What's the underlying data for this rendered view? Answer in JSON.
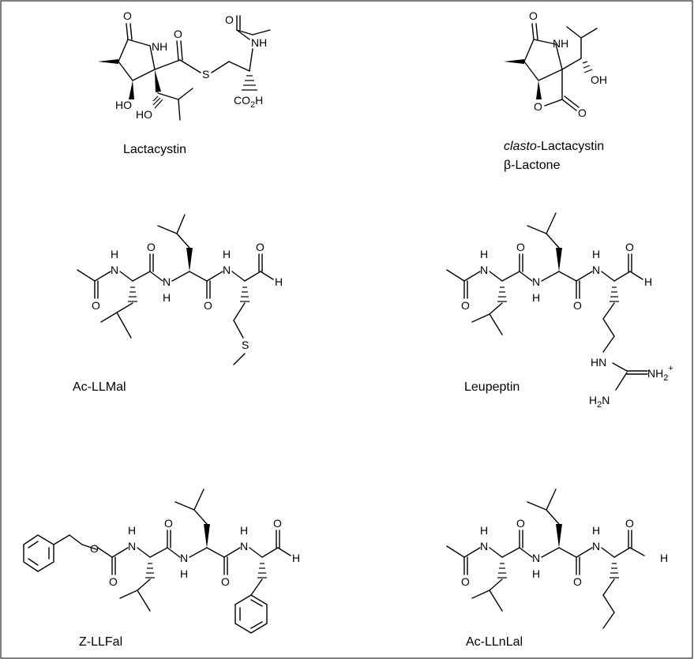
{
  "compounds": [
    {
      "id": "lactacystin",
      "caption": [
        "Lactacystin"
      ]
    },
    {
      "id": "clasto",
      "caption_italic": "clasto",
      "caption": [
        "-Lactacystin",
        "β-Lactone"
      ]
    },
    {
      "id": "acllmal",
      "caption": [
        "Ac-LLMal"
      ]
    },
    {
      "id": "leupeptin",
      "caption": [
        "Leupeptin"
      ]
    },
    {
      "id": "zllfal",
      "caption": [
        "Z-LLFal"
      ]
    },
    {
      "id": "acllnlal",
      "caption": [
        "Ac-LLnLal"
      ]
    }
  ],
  "atoms": {
    "O": "O",
    "N": "N",
    "S": "S",
    "H": "H",
    "NH": "NH",
    "HO": "HO",
    "OH": "OH",
    "HN": "HN",
    "CO2H": "CO",
    "CO2H_sub": "2",
    "CO2H_h": "H",
    "NH2": "NH",
    "NH2_sub": "2",
    "NH2_charge": "+",
    "H2N_h": "H",
    "H2N_sub": "2",
    "H2N_n": "N"
  }
}
